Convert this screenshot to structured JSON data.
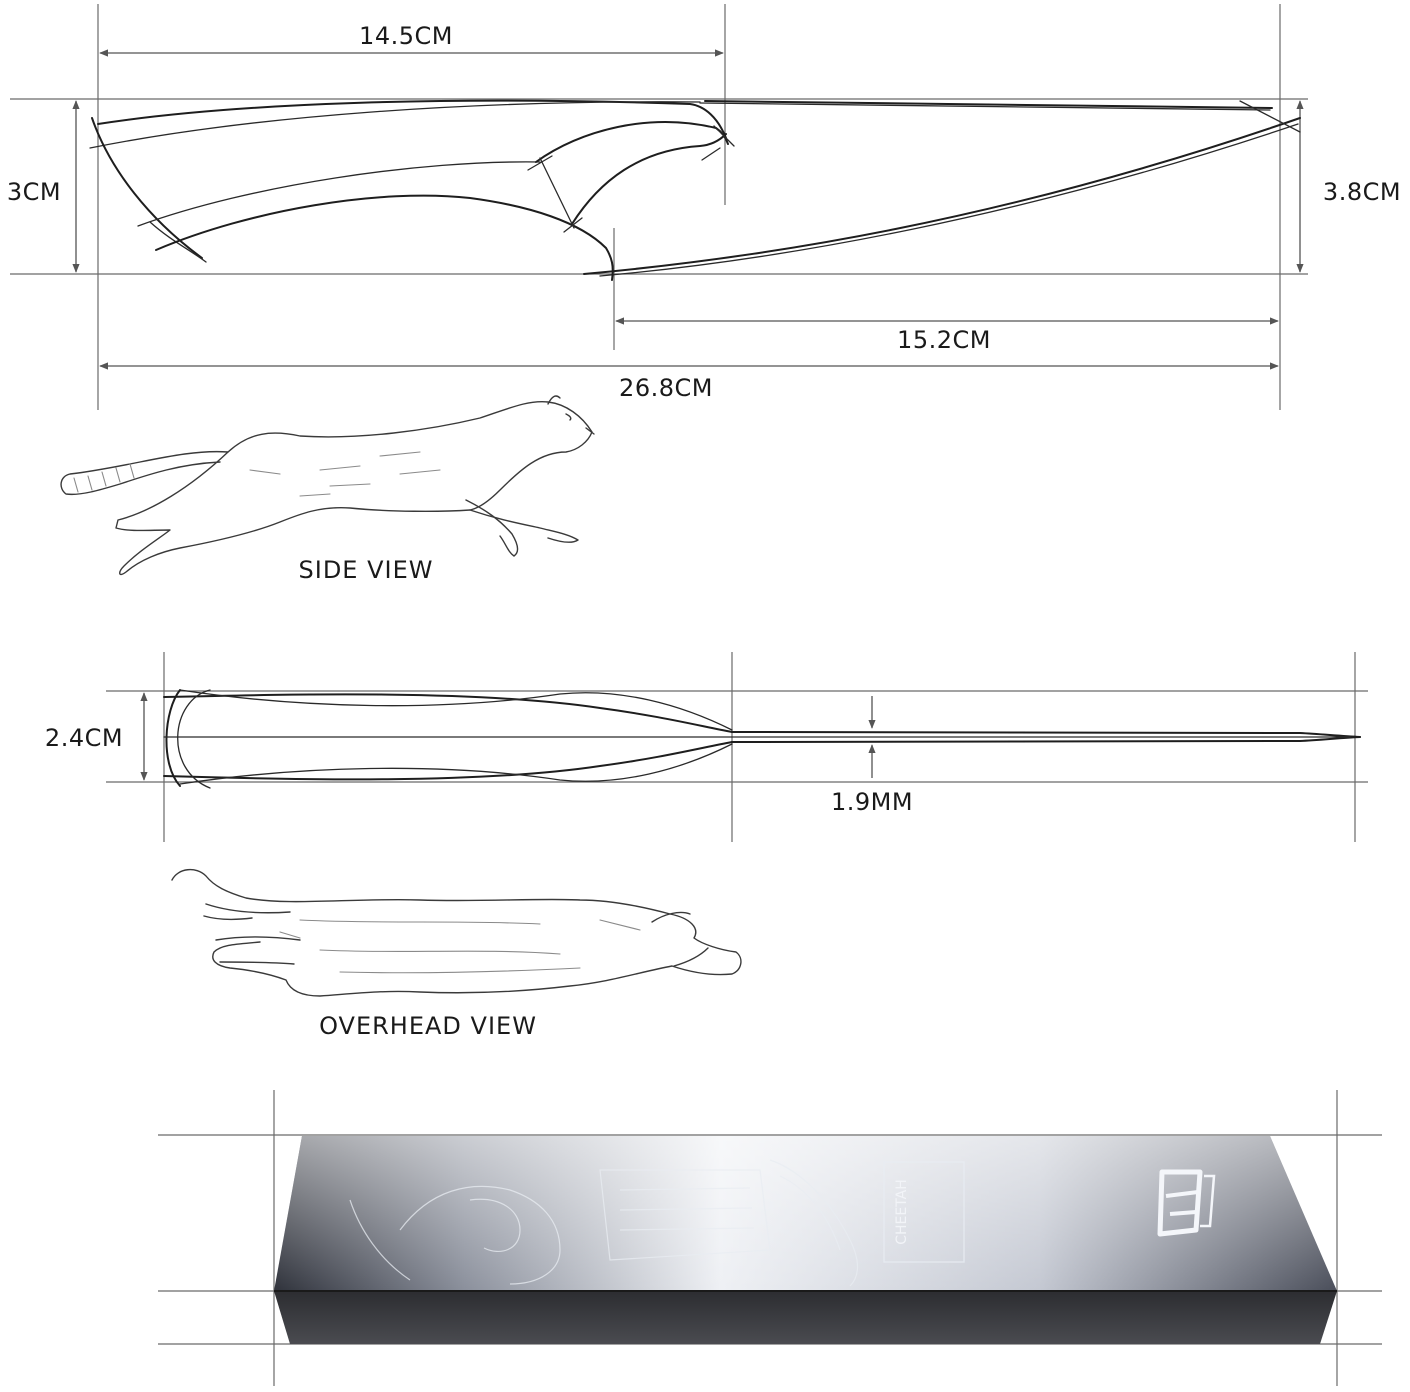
{
  "side_view": {
    "label": "SIDE VIEW",
    "dimensions": {
      "handle_length": "14.5CM",
      "handle_height": "3CM",
      "blade_height": "3.8CM",
      "blade_length": "15.2CM",
      "total_length": "26.8CM"
    }
  },
  "overhead_view": {
    "label": "OVERHEAD VIEW",
    "dimensions": {
      "handle_width": "2.4CM",
      "blade_thickness": "1.9MM"
    }
  },
  "gift_box": {
    "brand_mark": "CHEETAH"
  },
  "colors": {
    "ink": "#1e1e1e",
    "guide": "#6a6a6a",
    "box_top_start": "#3c3f48",
    "box_top_end": "#f4f5f8",
    "box_front": "#3a3a3e"
  }
}
